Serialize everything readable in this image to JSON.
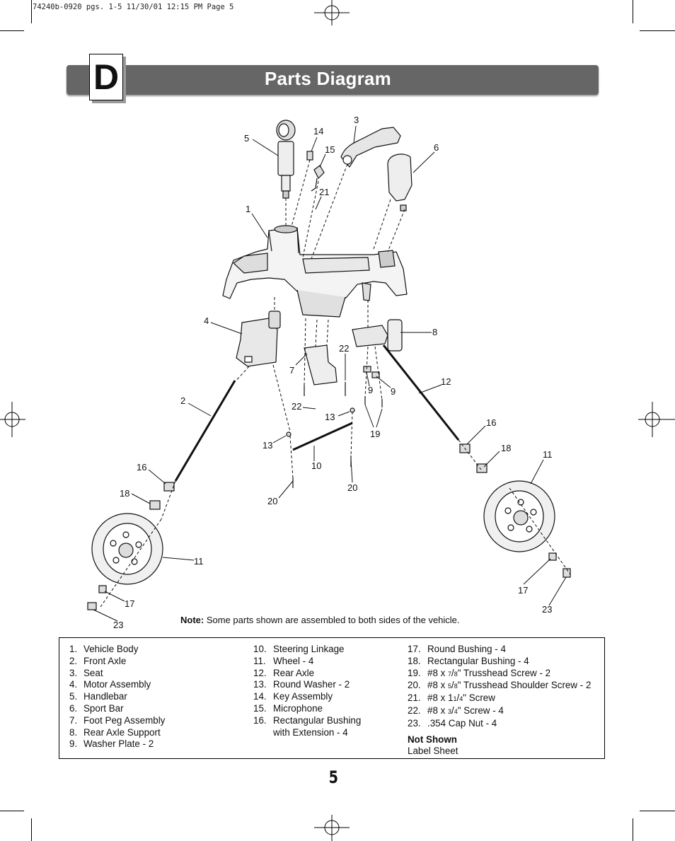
{
  "slug": "74240b-0920 pgs. 1-5  11/30/01  12:15 PM  Page 5",
  "section": {
    "letter": "D",
    "title": "Parts Diagram"
  },
  "callouts": [
    "5",
    "14",
    "3",
    "15",
    "6",
    "21",
    "1",
    "4",
    "8",
    "22",
    "7",
    "9",
    "9",
    "12",
    "2",
    "22",
    "13",
    "19",
    "16",
    "13",
    "18",
    "11",
    "10",
    "16",
    "20",
    "20",
    "18",
    "11",
    "17",
    "23",
    "17",
    "23"
  ],
  "note": {
    "label": "Note:",
    "text": " Some parts shown are assembled to both sides of the vehicle."
  },
  "parts": {
    "col1": [
      {
        "num": "1.",
        "name": "Vehicle Body"
      },
      {
        "num": "2.",
        "name": "Front Axle"
      },
      {
        "num": "3.",
        "name": "Seat"
      },
      {
        "num": "4.",
        "name": "Motor Assembly"
      },
      {
        "num": "5.",
        "name": "Handlebar"
      },
      {
        "num": "6.",
        "name": "Sport Bar"
      },
      {
        "num": "7.",
        "name": "Foot Peg Assembly"
      },
      {
        "num": "8.",
        "name": "Rear Axle Support"
      },
      {
        "num": "9.",
        "name": "Washer Plate - 2"
      }
    ],
    "col2": [
      {
        "num": "10.",
        "name": "Steering Linkage"
      },
      {
        "num": "11.",
        "name": "Wheel - 4"
      },
      {
        "num": "12.",
        "name": "Rear Axle"
      },
      {
        "num": "13.",
        "name": "Round Washer - 2"
      },
      {
        "num": "14.",
        "name": "Key Assembly"
      },
      {
        "num": "15.",
        "name": "Microphone"
      },
      {
        "num": "16.",
        "name": "Rectangular Bushing"
      },
      {
        "num": "",
        "name": "with Extension - 4"
      }
    ],
    "col3": [
      {
        "num": "17.",
        "name": "Round Bushing - 4"
      },
      {
        "num": "18.",
        "name": "Rectangular Bushing - 4"
      },
      {
        "num": "19.",
        "pre": "#8 x ",
        "sup": "7",
        "sub": "8",
        "post": "\" Trusshead Screw - 2"
      },
      {
        "num": "20.",
        "pre": "#8 x ",
        "sup": "5",
        "sub": "8",
        "post": "\" Trusshead Shoulder Screw - 2"
      },
      {
        "num": "21.",
        "pre": "#8 x 1",
        "sup": "1",
        "sub": "4",
        "post": "\" Screw"
      },
      {
        "num": "22.",
        "pre": "#8 x ",
        "sup": "3",
        "sub": "4",
        "post": "\" Screw - 4"
      },
      {
        "num": "23.",
        "name": ".354 Cap Nut - 4"
      }
    ],
    "not_shown_label": "Not Shown",
    "not_shown_item": "Label Sheet"
  },
  "page_number": "5"
}
